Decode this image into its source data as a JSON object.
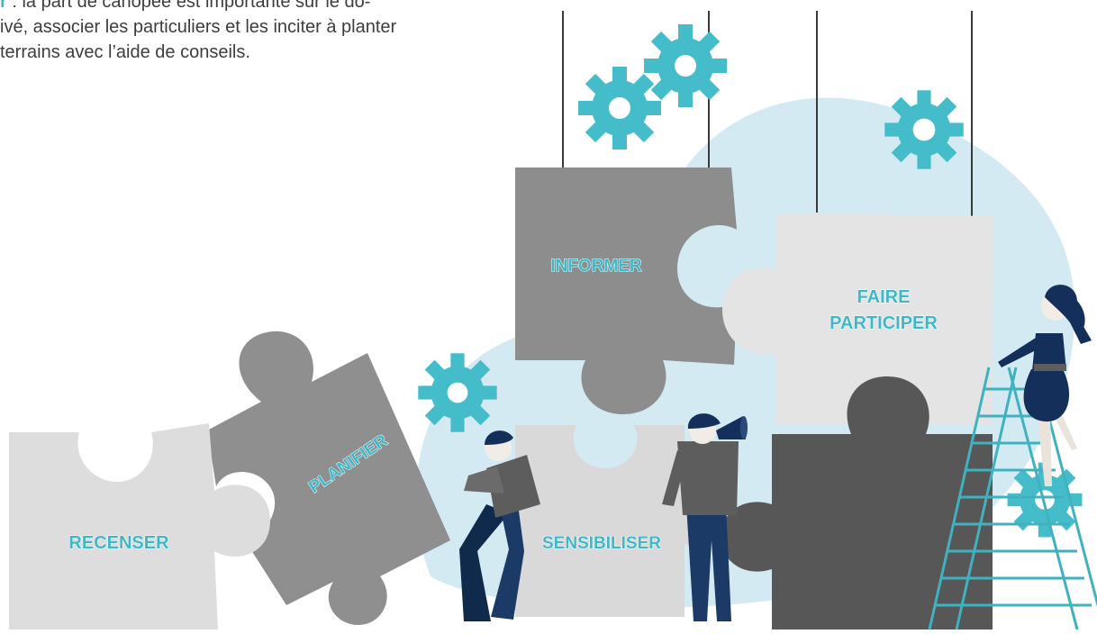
{
  "intro": {
    "line1_keyword": "r",
    "line1_rest": " : la part de canopée est importante sur le do-",
    "line2": "ivé, associer les particuliers et les inciter à planter",
    "line3": " terrains avec l’aide de conseils."
  },
  "labels": {
    "recenser": "RECENSER",
    "planifier": "PLANIFIER",
    "informer": "INFORMER",
    "sensibiliser": "SENSIBILISER",
    "faire_line1": "FAIRE",
    "faire_line2": "PARTICIPER"
  },
  "colors": {
    "accent": "#3fb7c6",
    "bubble": "#d3eaf3",
    "piece_light": "#dddddd",
    "piece_mid": "#8d8d8d",
    "piece_dark": "#555555",
    "navy": "#16325c"
  },
  "icons": [
    "gear-icon",
    "megaphone-icon",
    "ladder-icon"
  ]
}
